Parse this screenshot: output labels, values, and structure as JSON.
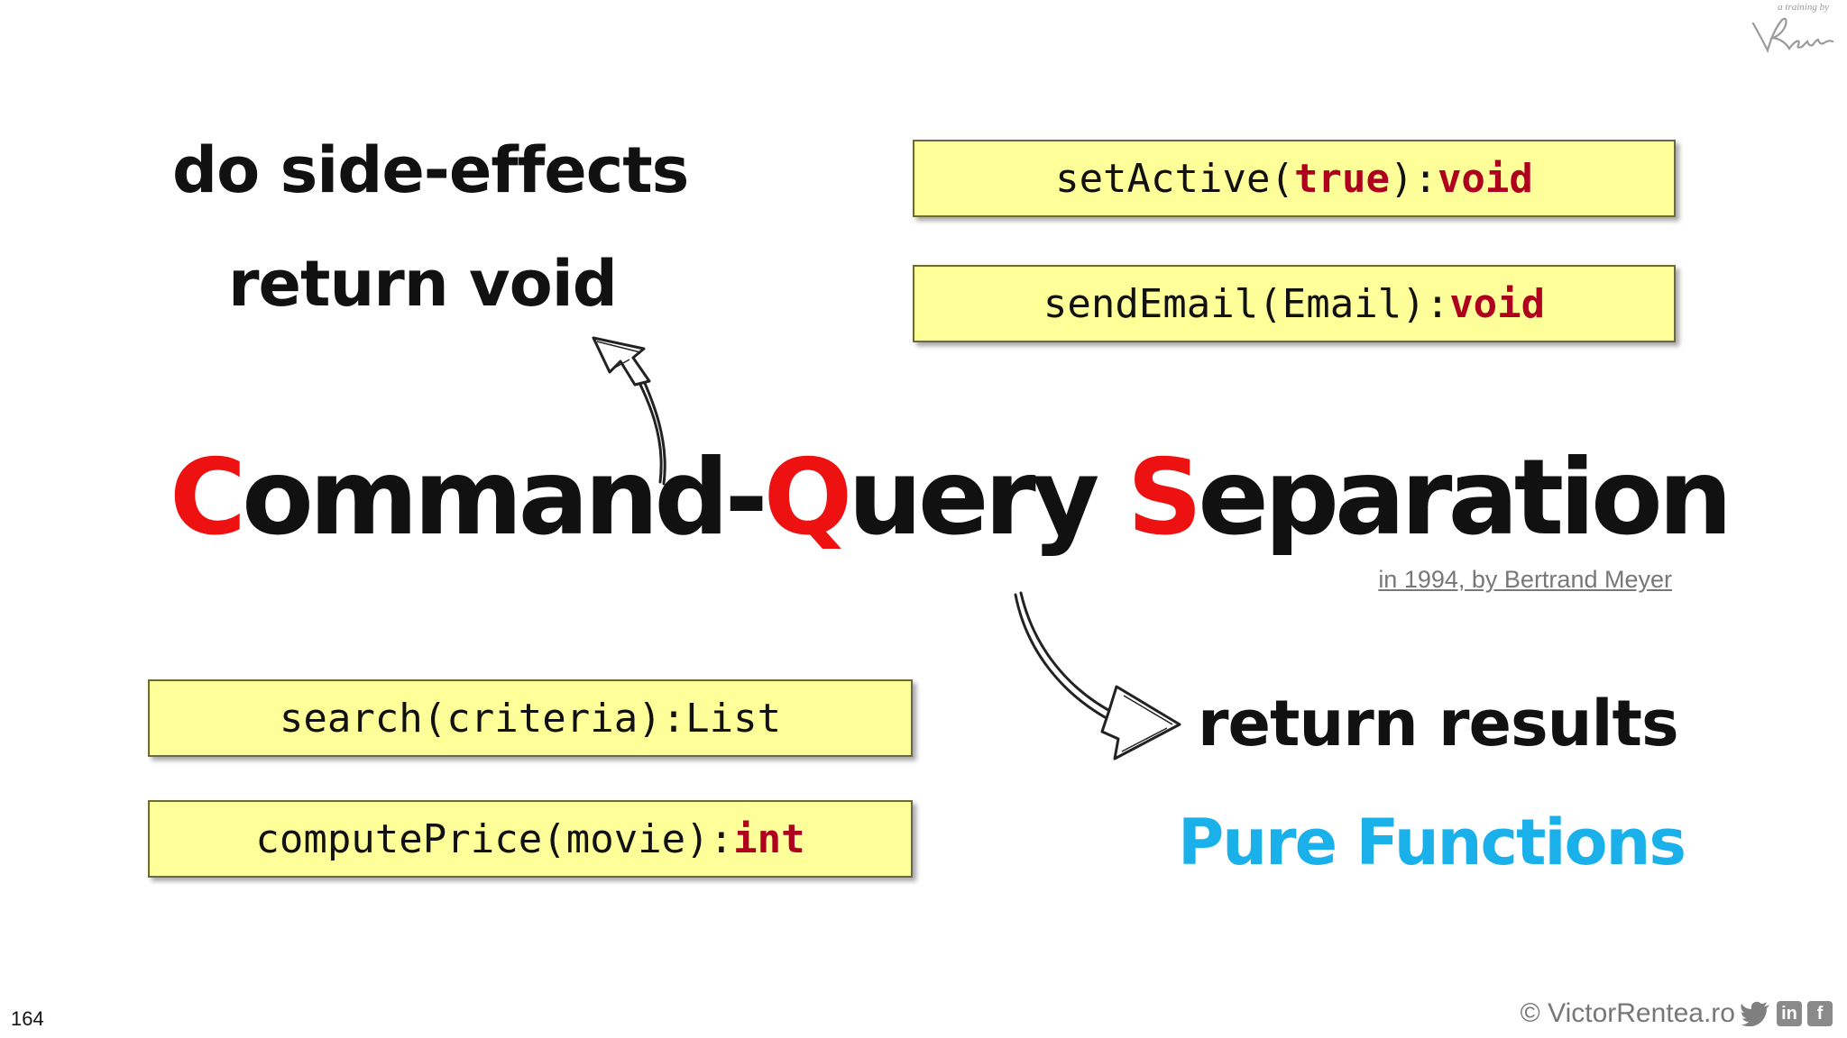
{
  "slide": {
    "number": "164",
    "title": {
      "part1_initial": "C",
      "part1_rest": "ommand-",
      "part2_initial": "Q",
      "part2_rest": "uery ",
      "part3_initial": "S",
      "part3_rest": "eparation"
    },
    "reference": "in 1994, by Bertrand Meyer",
    "commands": {
      "heading1": "do side-effects",
      "heading2": "return void",
      "examples": [
        {
          "plain": "setActive(",
          "kw1": "true",
          "mid": "):",
          "kw2": "void"
        },
        {
          "plain": "sendEmail(Email):",
          "kw2": "void"
        }
      ]
    },
    "queries": {
      "heading": "return results",
      "subheading": "Pure Functions",
      "examples": [
        {
          "plain": "search(criteria):List"
        },
        {
          "plain": "computePrice(movie):",
          "kw2": "int"
        }
      ]
    },
    "footer": {
      "copyright": "© VictorRentea.ro",
      "icons": [
        "twitter-icon",
        "linkedin-icon",
        "facebook-icon"
      ]
    },
    "logo": {
      "tagline": "a training by",
      "signature": "Rentea"
    },
    "colors": {
      "title_accent": "#ee1111",
      "keyword": "#b00020",
      "pure_functions": "#1ab0ea",
      "code_box": "#ffff99"
    }
  }
}
